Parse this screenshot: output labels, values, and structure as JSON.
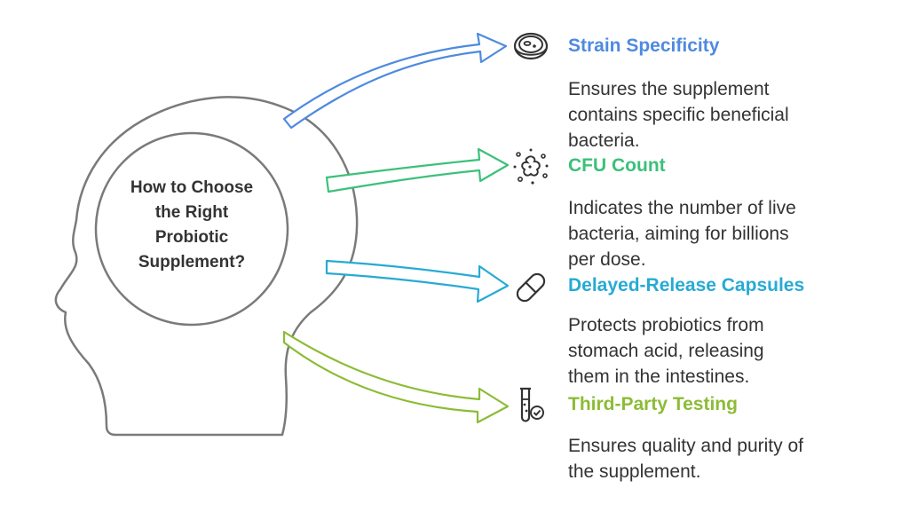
{
  "center": {
    "lines": [
      "How to Choose",
      "the Right",
      "Probiotic",
      "Supplement?"
    ]
  },
  "colors": {
    "outline": "#7a7a7a",
    "icon": "#333333",
    "text": "#333333",
    "strain": "#4e8ae0",
    "cfu": "#3cc07a",
    "capsules": "#27aad4",
    "testing": "#8cbc36"
  },
  "items": [
    {
      "icon": "petri-dish-icon",
      "title": "Strain Specificity",
      "desc_lines": [
        "Ensures the supplement",
        "contains specific beneficial",
        "bacteria."
      ]
    },
    {
      "icon": "bacteria-splat-icon",
      "title": "CFU Count",
      "desc_lines": [
        "Indicates the number of live",
        "bacteria, aiming for billions",
        "per dose."
      ]
    },
    {
      "icon": "capsule-icon",
      "title": "Delayed-Release Capsules",
      "desc_lines": [
        "Protects probiotics from",
        "stomach acid, releasing",
        "them in the intestines."
      ]
    },
    {
      "icon": "test-tube-check-icon",
      "title": "Third-Party Testing",
      "desc_lines": [
        "Ensures quality and purity of",
        "the supplement."
      ]
    }
  ]
}
